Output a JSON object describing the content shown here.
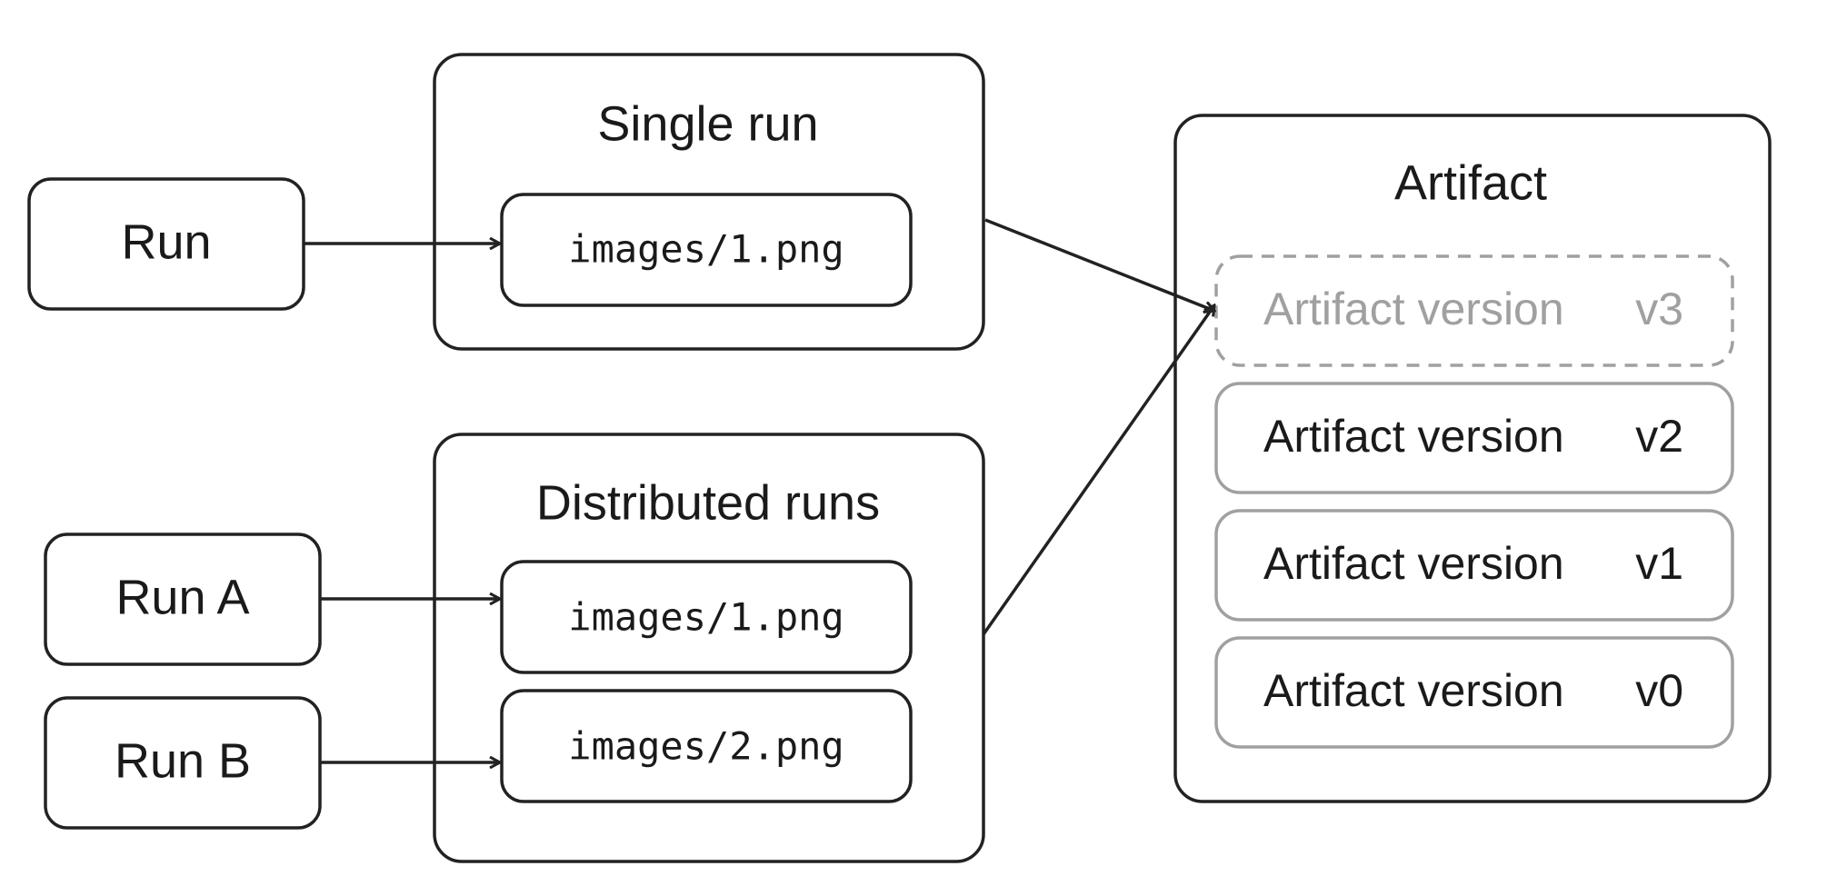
{
  "single_run": {
    "title": "Single run",
    "file": "images/1.png"
  },
  "distributed_runs": {
    "title": "Distributed runs",
    "files": [
      "images/1.png",
      "images/2.png"
    ]
  },
  "runs": {
    "run": "Run",
    "run_a": "Run A",
    "run_b": "Run B"
  },
  "artifact": {
    "title": "Artifact",
    "versions": [
      {
        "label": "Artifact version",
        "tag": "v3",
        "pending": true
      },
      {
        "label": "Artifact version",
        "tag": "v2",
        "pending": false
      },
      {
        "label": "Artifact version",
        "tag": "v1",
        "pending": false
      },
      {
        "label": "Artifact version",
        "tag": "v0",
        "pending": false
      }
    ]
  },
  "colors": {
    "stroke": "#222222",
    "text": "#1a1a1a",
    "muted": "#a0a0a0"
  }
}
